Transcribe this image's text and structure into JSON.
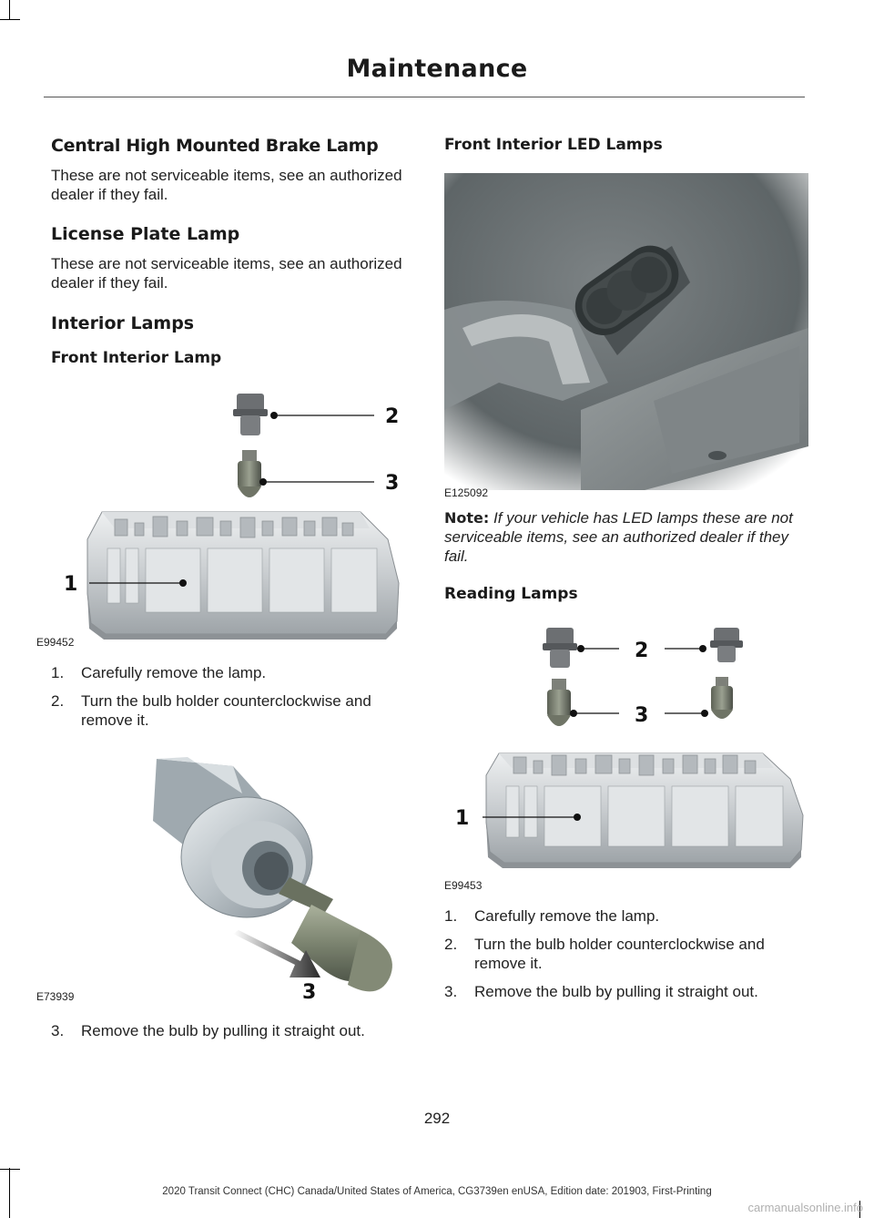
{
  "header": {
    "title": "Maintenance"
  },
  "left": {
    "s1_title": "Central High Mounted Brake Lamp",
    "s1_body": "These are not serviceable items, see an authorized dealer if they fail.",
    "s2_title": "License Plate Lamp",
    "s2_body": "These are not serviceable items, see an authorized dealer if they fail.",
    "s3_title": "Interior Lamps",
    "s3_sub": "Front Interior Lamp",
    "fig1": {
      "code": "E99452",
      "callouts": [
        "2",
        "3",
        "1"
      ]
    },
    "steps_a": [
      {
        "n": "1.",
        "text": "Carefully remove the lamp."
      },
      {
        "n": "2.",
        "text": "Turn the bulb holder counterclockwise and remove it."
      }
    ],
    "fig2": {
      "code": "E73939",
      "callout": "3"
    },
    "steps_b": [
      {
        "n": "3.",
        "text": "Remove the bulb by pulling it straight out."
      }
    ]
  },
  "right": {
    "s4_title": "Front Interior LED Lamps",
    "fig3": {
      "code": "E125092"
    },
    "note_label": "Note:",
    "note_text": "If your vehicle has LED lamps these are not serviceable items, see an authorized dealer if they fail.",
    "s5_title": "Reading Lamps",
    "fig4": {
      "code": "E99453",
      "callouts": [
        "2",
        "3",
        "1"
      ]
    },
    "steps": [
      {
        "n": "1.",
        "text": "Carefully remove the lamp."
      },
      {
        "n": "2.",
        "text": "Turn the bulb holder counterclockwise and remove it."
      },
      {
        "n": "3.",
        "text": "Remove the bulb by pulling it straight out."
      }
    ]
  },
  "page_number": "292",
  "footer": "2020 Transit Connect (CHC) Canada/United States of America, CG3739en enUSA, Edition date: 201903, First-Printing",
  "watermark": "carmanualsonline.info"
}
